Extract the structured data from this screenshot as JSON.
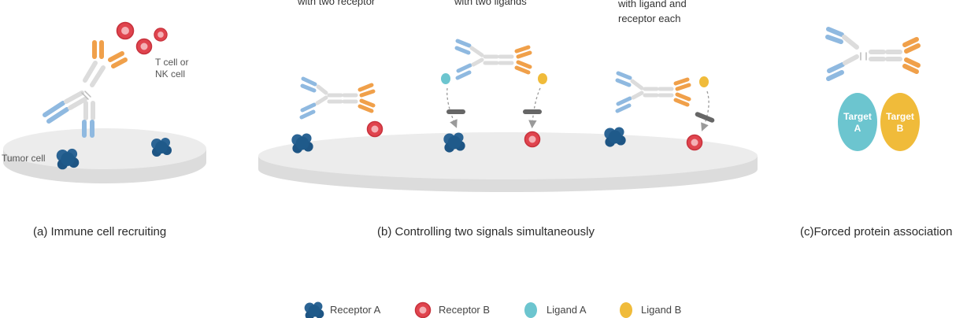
{
  "labels": {
    "t_cell": [
      "T cell or",
      "NK cell"
    ],
    "tumor_cell": "Tumor cell",
    "b_subtitle_1": "with two receptor",
    "b_subtitle_2": "with two ligands",
    "b_subtitle_3": [
      "with ligand and",
      "receptor each"
    ],
    "target_a": [
      "Target",
      "A"
    ],
    "target_b": [
      "Target",
      "B"
    ]
  },
  "captions": {
    "a": "(a) Immune cell recruiting",
    "b": "(b) Controlling two signals simultaneously",
    "c": "(c)Forced protein association"
  },
  "legend": [
    {
      "label": "Receptor A",
      "icon": "receptor-a-icon"
    },
    {
      "label": "Receptor B",
      "icon": "receptor-b-icon"
    },
    {
      "label": "Ligand A",
      "icon": "ligand-a-icon"
    },
    {
      "label": "Ligand B",
      "icon": "ligand-b-icon"
    }
  ],
  "colors": {
    "receptor_a": "#1f5a8a",
    "receptor_b": "#e0444e",
    "ligand_a": "#6cc5cf",
    "ligand_b": "#f0bb3a",
    "arm_blue": "#8fb9e0",
    "arm_orange": "#f0a04a",
    "arm_grey": "#dcdcdc",
    "platform": "#ececec",
    "blocker": "#666666"
  }
}
